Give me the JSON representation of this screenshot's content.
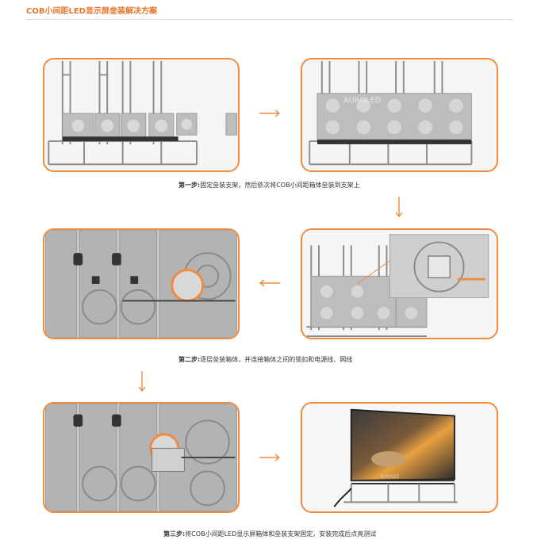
{
  "page": {
    "title": "COB小间距LED显示屏垒装解决方案"
  },
  "steps": [
    {
      "label": "第一步:",
      "text": "固定垒装支架，然后依次将COB小间距箱体垒装到支架上"
    },
    {
      "label": "第二步:",
      "text": "逐层垒装箱体，并连接箱体之间的锁扣和电源线、网线"
    },
    {
      "label": "第三步:",
      "text": "将COB小间距LED显示屏箱体和垒装支架固定，安装完成后点亮测试"
    }
  ],
  "images": {
    "brand_mark": "AUROLED"
  },
  "colors": {
    "accent": "#f08a3c",
    "title": "#e8772c"
  },
  "icons": [
    "arrow-right-icon",
    "arrow-down-icon",
    "arrow-left-icon"
  ]
}
